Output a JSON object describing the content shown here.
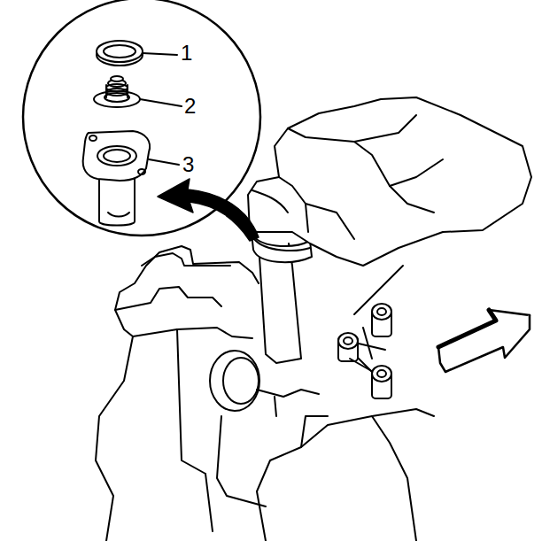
{
  "diagram": {
    "nodes": [],
    "edges": [],
    "labels": [
      "1",
      "2",
      "3"
    ]
  }
}
